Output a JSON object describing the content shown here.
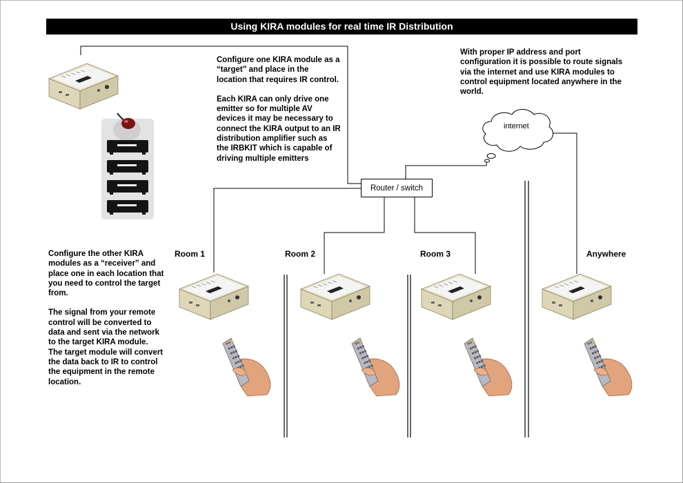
{
  "title": "Using KIRA modules for real time IR Distribution",
  "notes": {
    "target_config": [
      "Configure one KIRA module as a “target” and place in the location that requires IR control.",
      "Each KIRA can only drive one emitter so for multiple AV devices it may be necessary to connect the KIRA output to an IR distribution amplifier such as the IRBKIT which is capable of driving multiple emitters"
    ],
    "internet": [
      "With proper IP address and port configuration it is possible to route signals via the internet and use KIRA modules to control equipment located anywhere in the world."
    ],
    "receiver_config": [
      "Configure the other KIRA modules as a “receiver” and place one in each location that you need to control the target from.",
      "The signal from your remote control will be converted to data and sent via the network to the target KIRA module. The target module will convert the data back to IR to control the equipment in the remote location."
    ]
  },
  "router_label": "Router / switch",
  "cloud_label": "internet",
  "rooms": [
    "Room 1",
    "Room 2",
    "Room 3",
    "Anywhere"
  ],
  "colors": {
    "title_bg": "#000000",
    "title_text": "#ffffff",
    "module_body": "#e8e4c8",
    "module_label": "#f4f4f4",
    "remote_body": "#b8b8c0",
    "hand": "#e2a47c"
  }
}
